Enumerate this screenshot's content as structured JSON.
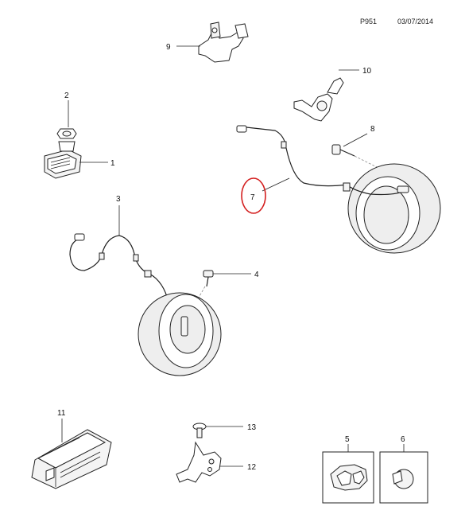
{
  "header": {
    "code": "P951",
    "date": "03/07/2014"
  },
  "callouts": {
    "n1": "1",
    "n2": "2",
    "n3": "3",
    "n4": "4",
    "n5": "5",
    "n6": "6",
    "n7": "7",
    "n8": "8",
    "n9": "9",
    "n10": "10",
    "n11": "11",
    "n12": "12",
    "n13": "13"
  },
  "colors": {
    "highlight": "#d42020",
    "ink": "#222222"
  }
}
